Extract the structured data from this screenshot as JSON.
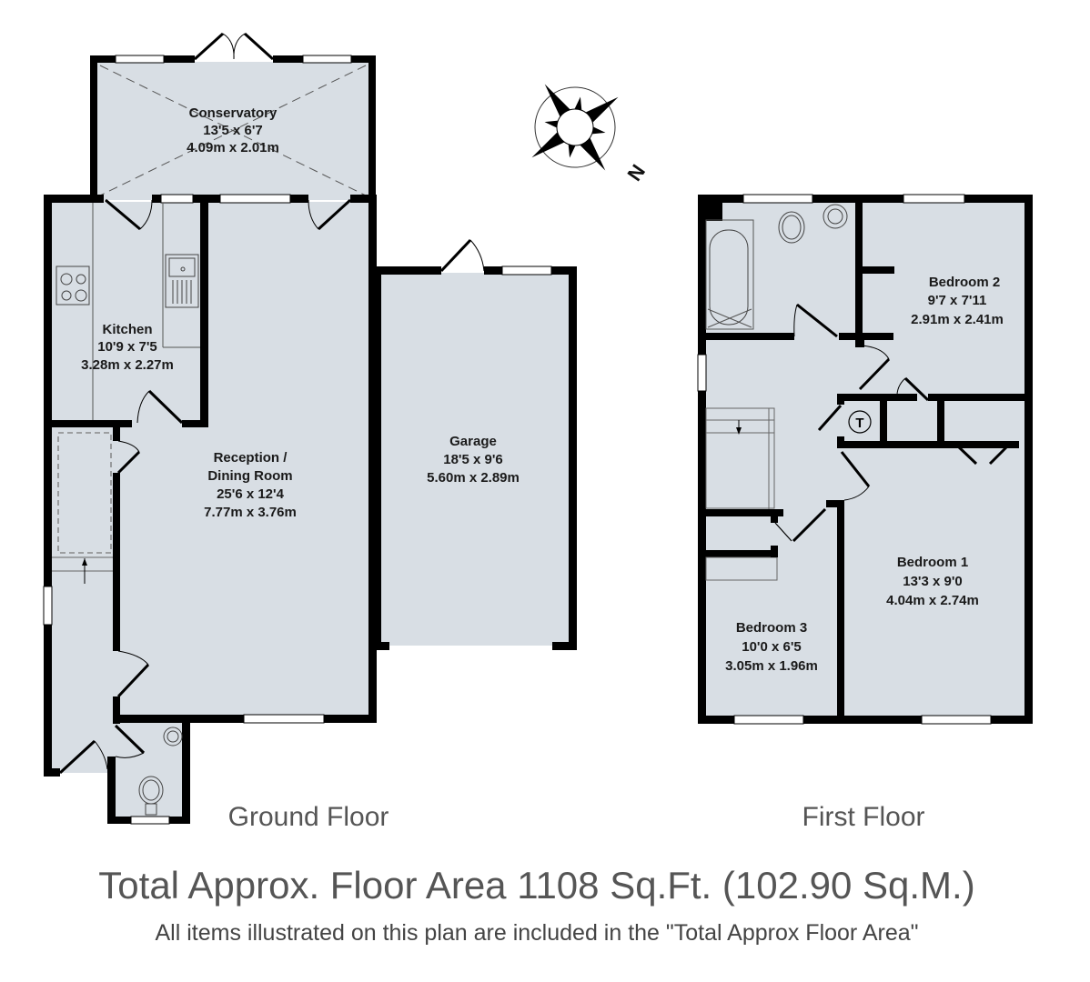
{
  "colors": {
    "floor_fill": "#d8dee4",
    "wall": "#000000",
    "window": "#ffffff",
    "label_text": "#1a1a1a",
    "caption_text": "#555555"
  },
  "compass": {
    "icon": "compass-rose-icon",
    "north_label": "N"
  },
  "ground_floor": {
    "label": "Ground Floor",
    "rooms": {
      "conservatory": {
        "name": "Conservatory",
        "imperial": "13'5 x 6'7",
        "metric": "4.09m x 2.01m"
      },
      "kitchen": {
        "name": "Kitchen",
        "imperial": "10'9 x 7'5",
        "metric": "3.28m x 2.27m"
      },
      "reception": {
        "name_line1": "Reception /",
        "name_line2": "Dining Room",
        "imperial": "25'6 x 12'4",
        "metric": "7.77m x 3.76m"
      },
      "garage": {
        "name": "Garage",
        "imperial": "18'5 x 9'6",
        "metric": "5.60m x 2.89m"
      }
    }
  },
  "first_floor": {
    "label": "First Floor",
    "rooms": {
      "bedroom1": {
        "name": "Bedroom 1",
        "imperial": "13'3 x 9'0",
        "metric": "4.04m x 2.74m"
      },
      "bedroom2": {
        "name": "Bedroom 2",
        "imperial": "9'7 x 7'11",
        "metric": "2.91m x 2.41m"
      },
      "bedroom3": {
        "name": "Bedroom 3",
        "imperial": "10'0 x 6'5",
        "metric": "3.05m x 1.96m"
      }
    },
    "tank_label": "T"
  },
  "footer": {
    "total_area": "Total Approx. Floor Area 1108 Sq.Ft. (102.90 Sq.M.)",
    "disclaimer": "All items illustrated on this plan are included in the \"Total Approx Floor Area\""
  }
}
